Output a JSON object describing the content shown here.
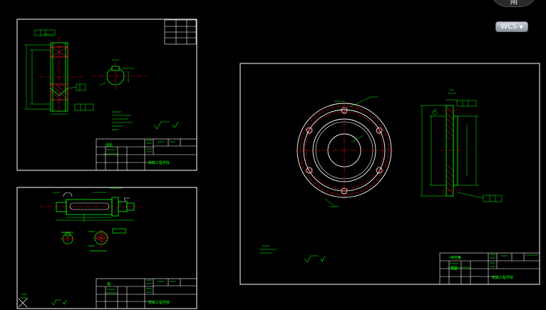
{
  "viewcube": {
    "label": "南"
  },
  "ucs": {
    "label": "WCS",
    "menu_icon": "chevron-down-icon"
  },
  "sheets": [
    {
      "id": "gear-drawing",
      "title_block": {
        "part_name": "齿轮",
        "caption": "机械工程学院"
      }
    },
    {
      "id": "shaft-drawing",
      "title_block": {
        "part_name": "轴",
        "caption": "机械工程学院"
      }
    },
    {
      "id": "flange-drawing",
      "title_block": {
        "part_name": "法兰盘",
        "sub_name": "端盖",
        "caption": "机械工程学院"
      }
    }
  ],
  "colors": {
    "background": "#000000",
    "frame": "#ffffff",
    "geometry": "#00ff00",
    "centerline": "#ff0000",
    "dimension": "#ffffff"
  }
}
